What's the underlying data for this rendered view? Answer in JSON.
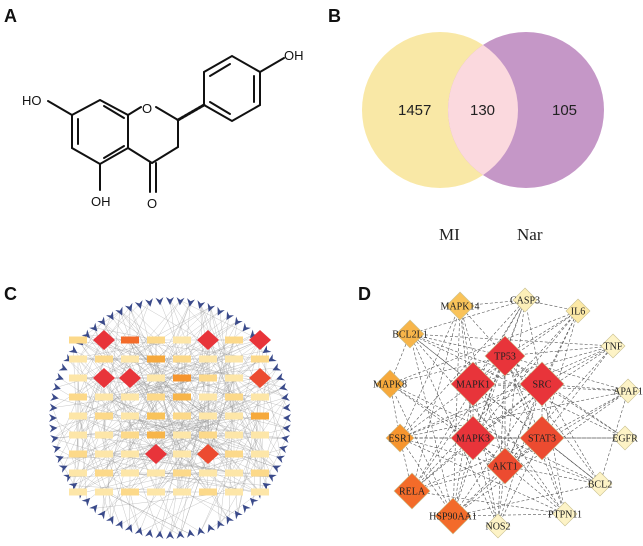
{
  "panels": {
    "A": {
      "letter": "A"
    },
    "B": {
      "letter": "B"
    },
    "C": {
      "letter": "C"
    },
    "D": {
      "letter": "D"
    }
  },
  "molecule": {
    "atoms": {
      "oh_top": "OH",
      "oh_left": "HO",
      "oh_bottom": "OH",
      "o_ring": "O",
      "o_keto": "O"
    }
  },
  "venn": {
    "left_only": "1457",
    "overlap": "130",
    "right_only": "105",
    "left_label": "MI",
    "right_label": "Nar",
    "colors": {
      "left": "#f9e8a6",
      "right": "#c597c7",
      "overlap": "#fbd9de"
    }
  },
  "network_d": {
    "nodes": [
      {
        "label": "TP53",
        "color": "#e8343a"
      },
      {
        "label": "MAPK1",
        "color": "#e8343a"
      },
      {
        "label": "SRC",
        "color": "#e8343a"
      },
      {
        "label": "MAPK3",
        "color": "#e8343a"
      },
      {
        "label": "STAT3",
        "color": "#ec4b30"
      },
      {
        "label": "AKT1",
        "color": "#ec4b30"
      },
      {
        "label": "RELA",
        "color": "#f36b2a"
      },
      {
        "label": "HSP90AA1",
        "color": "#f36b2a"
      },
      {
        "label": "ESR1",
        "color": "#f6952e"
      },
      {
        "label": "MAPK8",
        "color": "#f6a93c"
      },
      {
        "label": "BCL2L1",
        "color": "#f7b54a"
      },
      {
        "label": "MAPK14",
        "color": "#f9c35a"
      },
      {
        "label": "CASP3",
        "color": "#fcefb8"
      },
      {
        "label": "IL6",
        "color": "#fce9a6"
      },
      {
        "label": "TNF",
        "color": "#fdf3c6"
      },
      {
        "label": "APAF1",
        "color": "#fdf3c6"
      },
      {
        "label": "EGFR",
        "color": "#fdf3c6"
      },
      {
        "label": "BCL2",
        "color": "#fdf3c6"
      },
      {
        "label": "PTPN11",
        "color": "#fdf3c6"
      },
      {
        "label": "NOS2",
        "color": "#fdf3c6"
      }
    ]
  }
}
